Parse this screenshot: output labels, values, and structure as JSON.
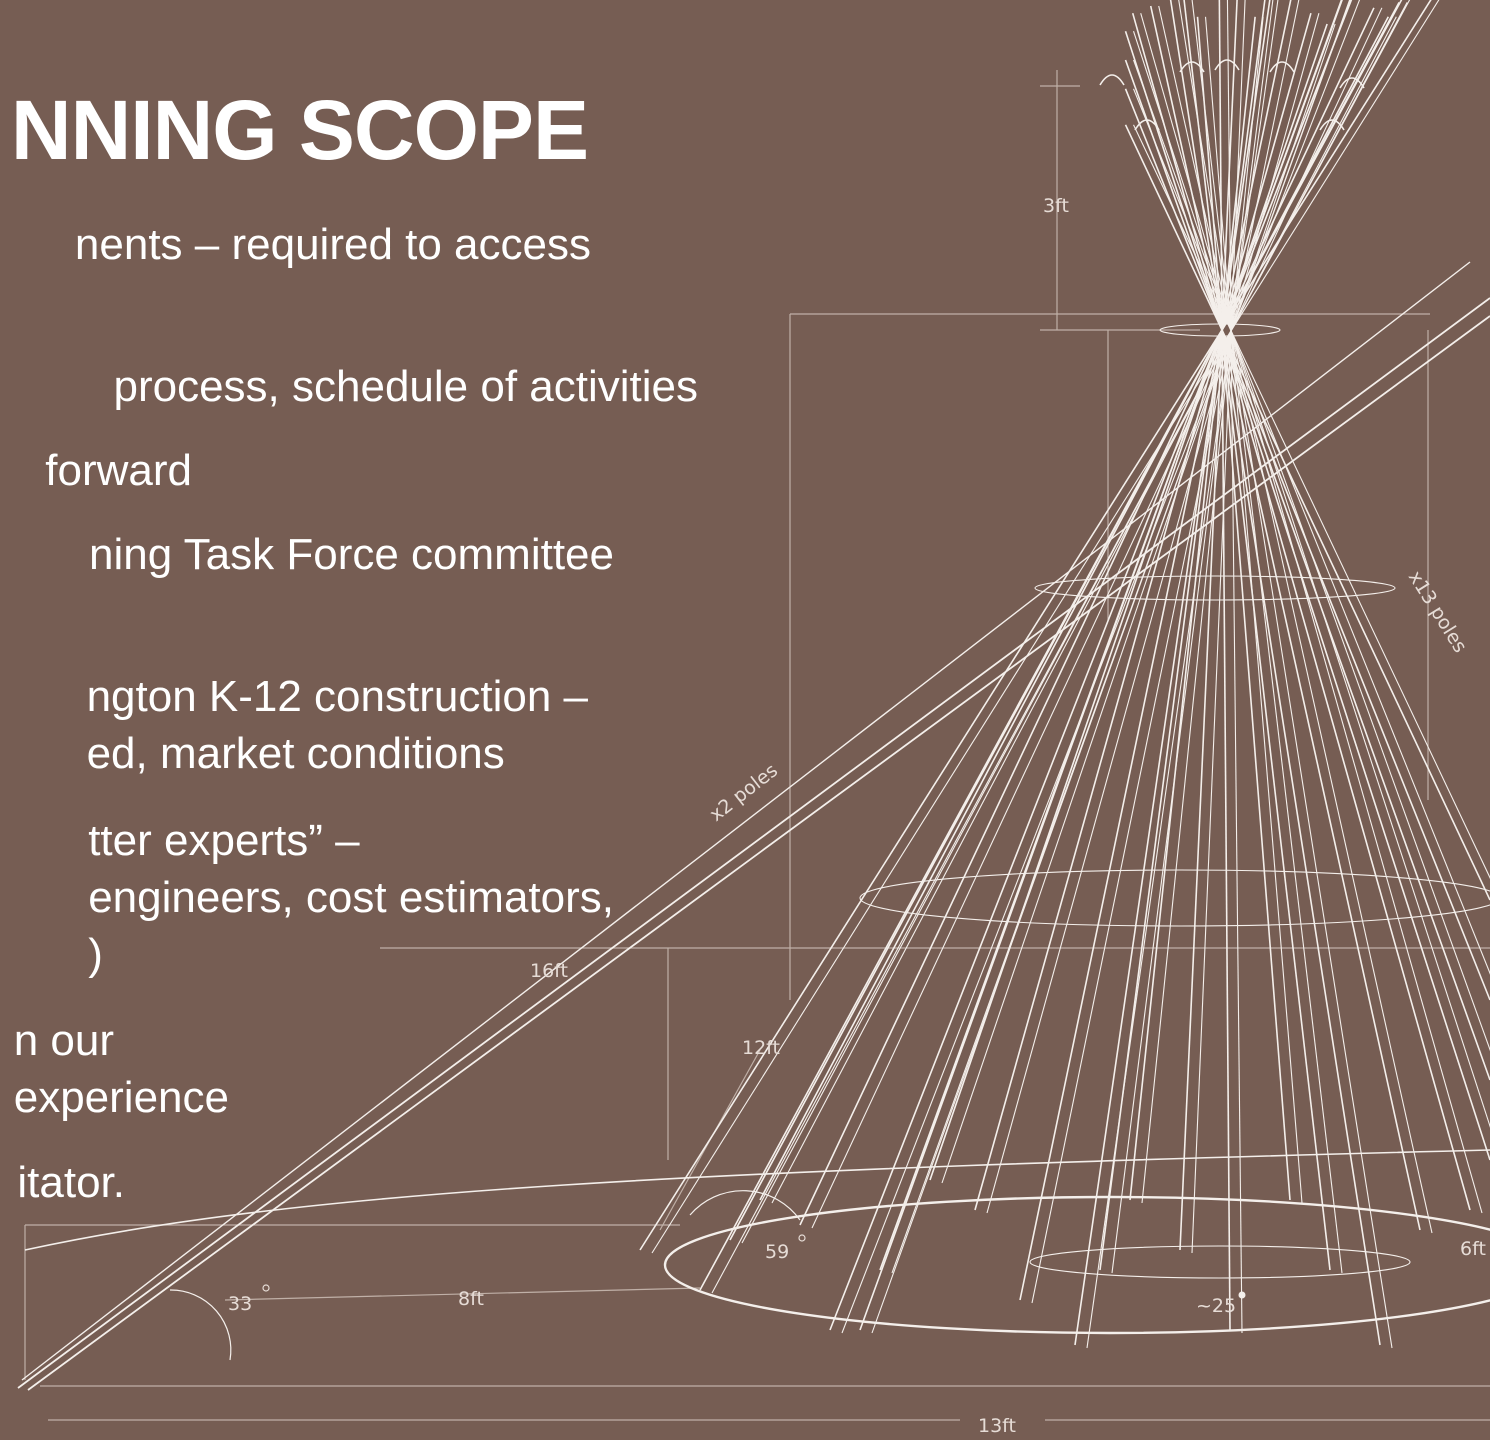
{
  "slide": {
    "title": "NNING SCOPE",
    "bullets": [
      {
        "lines": [
          "nents – required to access"
        ]
      },
      {
        "lines": [
          "process, schedule of activities"
        ]
      },
      {
        "lines": [
          "forward"
        ]
      },
      {
        "lines": [
          "ning Task Force committee"
        ]
      },
      {
        "lines": [
          "ngton K-12 construction –",
          "ed, market conditions"
        ]
      },
      {
        "lines": [
          "tter experts” –",
          "engineers, cost estimators,",
          ")"
        ]
      },
      {
        "lines": [
          "n our",
          "experience"
        ]
      },
      {
        "lines": [
          "itator."
        ]
      }
    ]
  },
  "drawing": {
    "subject": "tipi-pole-frame-sketch",
    "line_color": "#f2ece8",
    "background_color": "#765d53",
    "labels": {
      "top_height": "3ft",
      "poles_right": "x13 poles",
      "poles_left": "x2 poles",
      "long_pole": "16ft",
      "height": "12ft",
      "angle_steep": "59",
      "angle_low": "33",
      "base_radius": "8ft",
      "right_width": "6ft",
      "center_angle": "~25",
      "base_width": "13ft"
    }
  }
}
